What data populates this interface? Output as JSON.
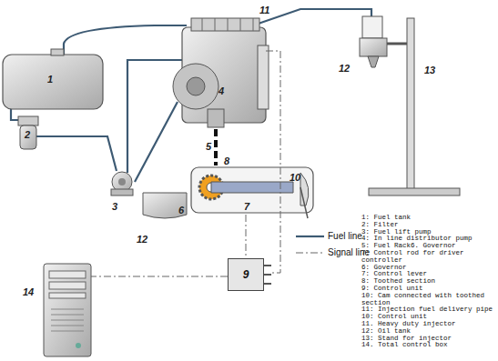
{
  "diagram": {
    "nodes": [
      {
        "text": [
          "9"
        ]
      }
    ],
    "labels": [
      "1",
      "2",
      "3",
      "4",
      "5",
      "8",
      "6",
      "7",
      "10",
      "12",
      "11",
      "12",
      "13",
      "14",
      "1: Fuel tank",
      "2: Filter",
      "3: Fuel lift pump",
      "4: In line distributor pump",
      "5: Fuel Rack6. Governor",
      "7: Control rod for driver controller",
      "6: Governor",
      "7: Control lever",
      "8: Toothed section",
      "9: Control unit",
      "10: Cam connected with toothed section",
      "11: Injection fuel delivery pipe",
      "10: Control unit",
      "11. Heavy duty injector",
      "12: Oil tank",
      "13: Stand for injector",
      "14. Total control box"
    ],
    "legend": [
      {
        "text": "Fuel line"
      },
      {
        "text": "Signal line"
      }
    ]
  }
}
